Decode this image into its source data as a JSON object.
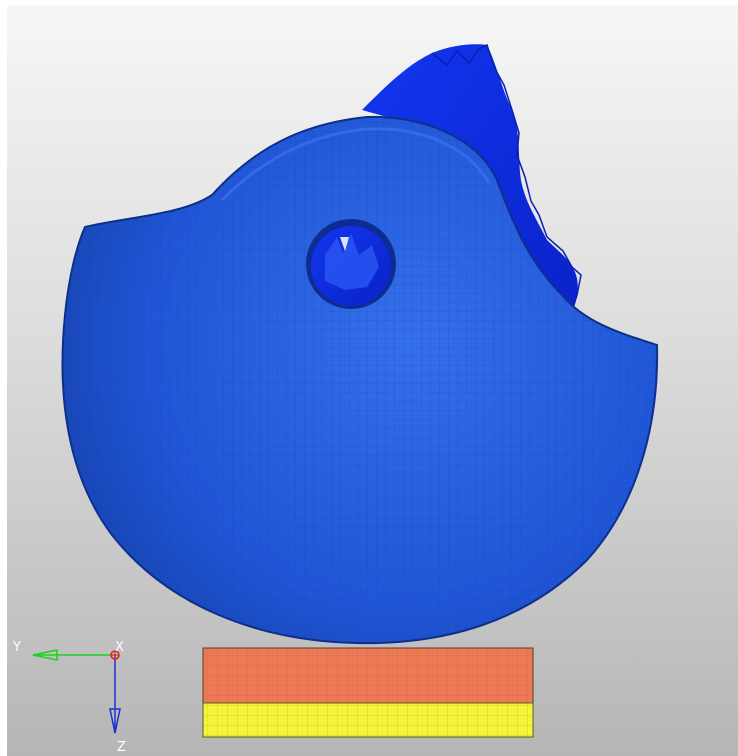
{
  "viewport": {
    "background_top": "#f6f6f6",
    "background_bottom": "#b6b6b6"
  },
  "model": {
    "shell_color": "#1c4fd0",
    "shell_light": "#2f66e6",
    "inner_color": "#0b2ee0",
    "mesh_line_color": "#163fa8",
    "block_top_color": "#ee7a55",
    "block_bottom_color": "#f5f53a",
    "block_grid_color": "#7a4a3a"
  },
  "triad": {
    "y_label": "Y",
    "x_label": "X",
    "z_label": "Z",
    "y_axis_color": "#1fd01f",
    "z_axis_color": "#1f2fd0",
    "x_marker_color": "#e02020"
  }
}
